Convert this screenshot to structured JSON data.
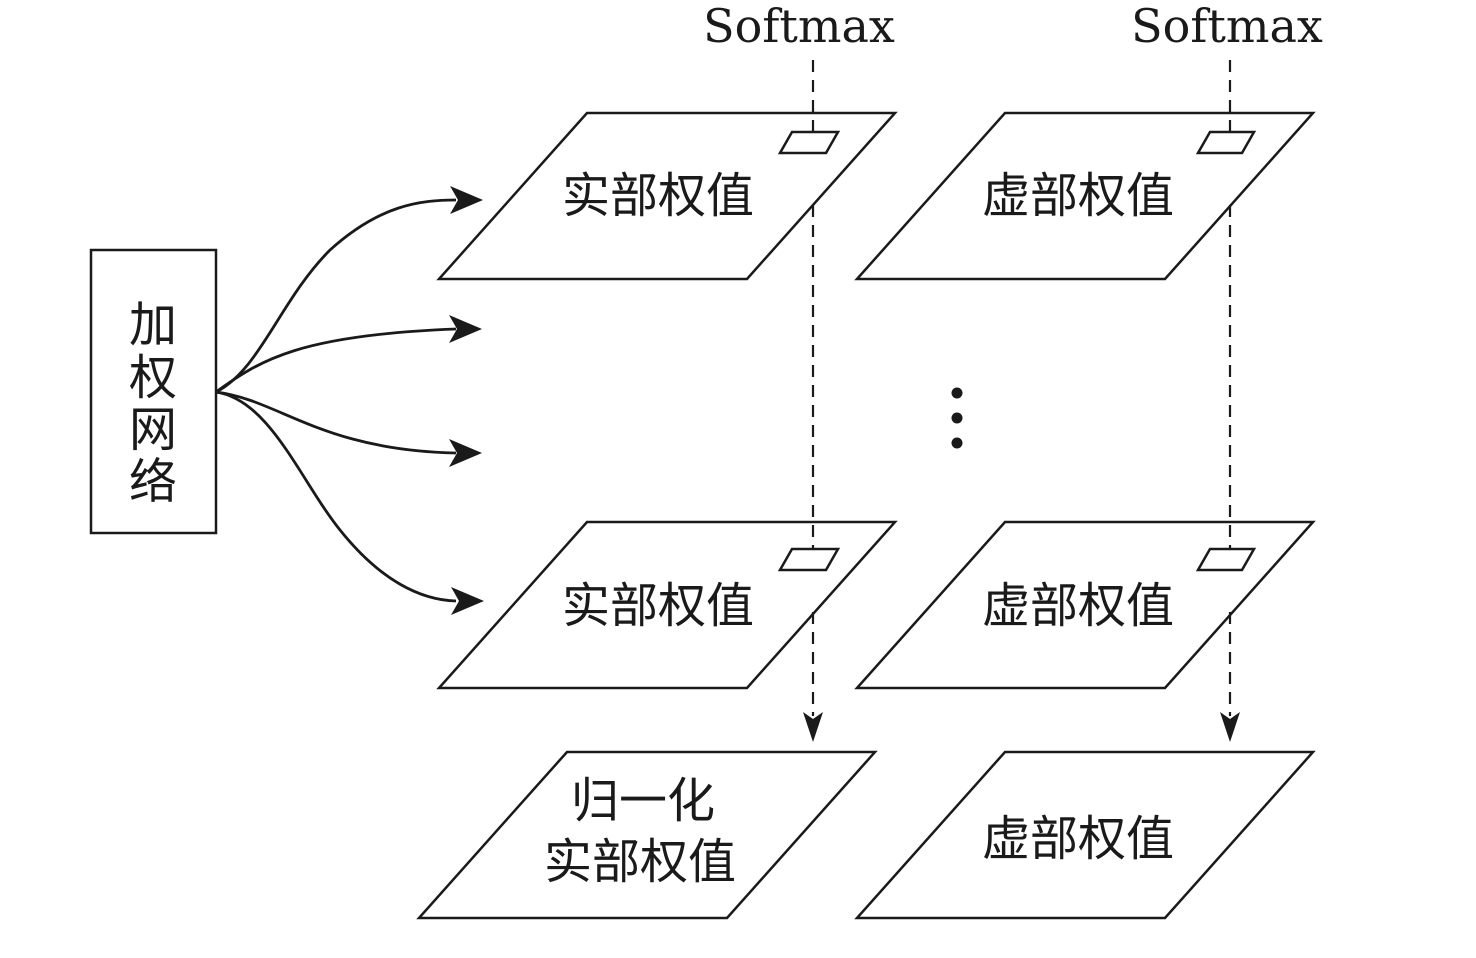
{
  "weight_network": {
    "label_chars": [
      "加",
      "权",
      "网",
      "络"
    ]
  },
  "softmax_labels": [
    "Softmax",
    "Softmax"
  ],
  "planes": {
    "real_top": "实部权值",
    "imag_top": "虚部权值",
    "real_bottom": "实部权值",
    "imag_bottom": "虚部权值",
    "normalized_real_line1": "归一化",
    "normalized_real_line2": "实部权值",
    "imag_output": "虚部权值"
  },
  "ellipsis_symbol": "⋮",
  "colors": {
    "stroke": "#1a1a1a",
    "background": "#ffffff"
  }
}
